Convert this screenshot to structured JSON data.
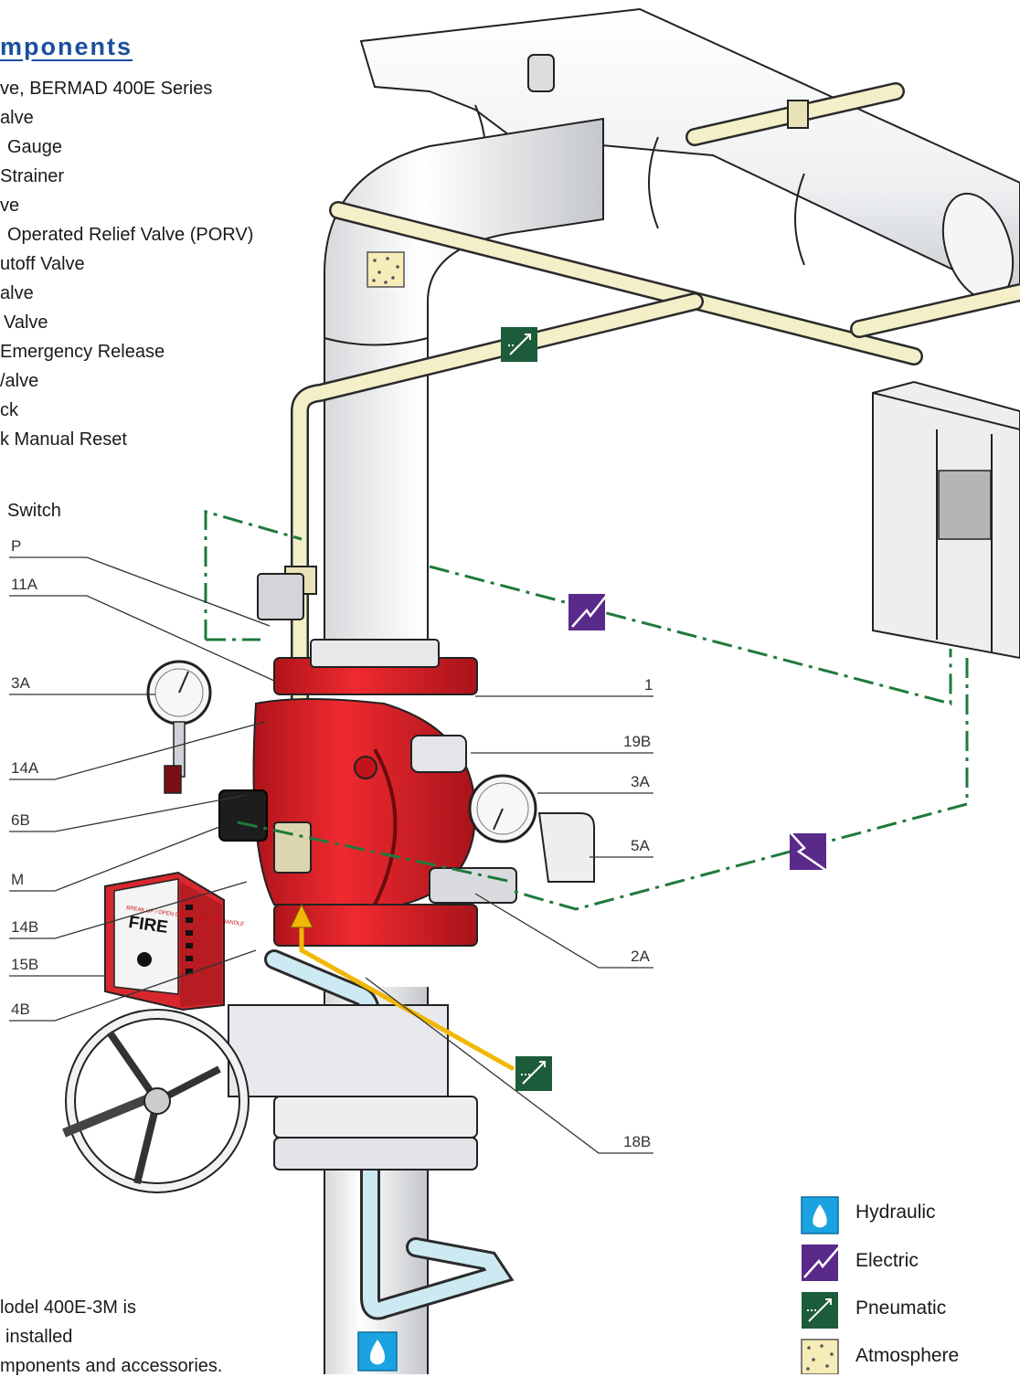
{
  "heading": "mponents",
  "components": [
    "ve, BERMAD 400E Series",
    "alve",
    "Gauge",
    "Strainer",
    "ve",
    "Operated Relief Valve (PORV)",
    "utoff Valve",
    "alve",
    "Valve",
    "Emergency Release",
    "/alve",
    "ck",
    "k Manual Reset",
    "Switch"
  ],
  "left_callouts": [
    "P",
    "11A",
    "3A",
    "14A",
    "6B",
    "M",
    "14B",
    "15B",
    "4B"
  ],
  "right_callouts": [
    "1",
    "19B",
    "3A",
    "5A",
    "2A",
    "18B"
  ],
  "release_box": {
    "label": "FIRE",
    "small_text": "BREAK UP / OPEN DOOR AND TURN HANDLE"
  },
  "legend": [
    {
      "label": "Hydraulic",
      "icon": "water-drop-icon",
      "color": "#1aa3e0"
    },
    {
      "label": "Electric",
      "icon": "lightning-arrow-icon",
      "color": "#5a2a8a"
    },
    {
      "label": "Pneumatic",
      "icon": "air-arrows-icon",
      "color": "#1d5c3a"
    },
    {
      "label": "Atmosphere",
      "icon": "dots-icon",
      "color": "#f5ecb8"
    }
  ],
  "note": [
    "lodel 400E-3M is",
    "installed",
    "mponents and accessories."
  ],
  "colors": {
    "valve_red": "#d91f26",
    "pipe_cream": "#f3efc8",
    "pipe_blue": "#cde9f2",
    "pneumatic_line": "#1f7a3c",
    "heading_blue": "#1b4f9c",
    "yellow_arrow": "#f2b705"
  }
}
